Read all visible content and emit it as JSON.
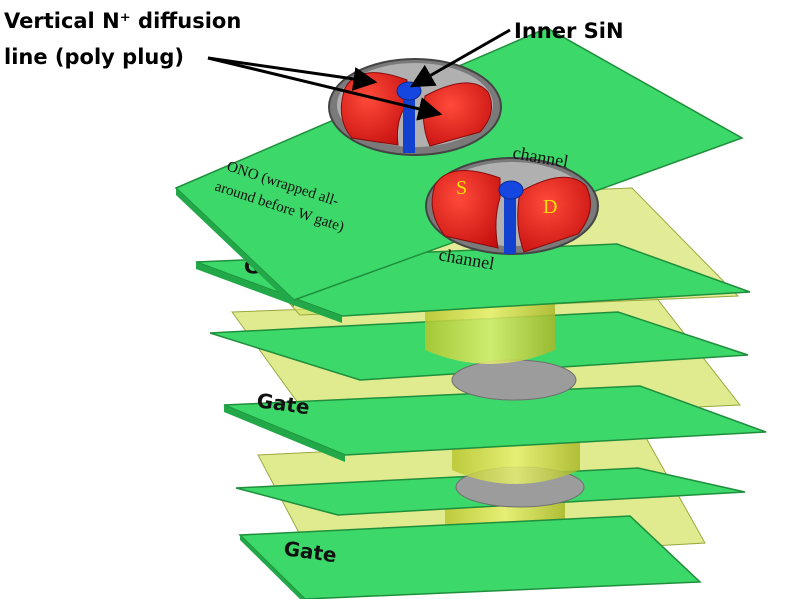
{
  "labels": {
    "vertical_line_1": "Vertical N⁺ diffusion",
    "vertical_line_2": "line (poly plug)",
    "inner_sin": "Inner SiN",
    "channel_top": "channel",
    "channel_bottom": "channel",
    "ono_1": "ONO (wrapped all-",
    "ono_2": "around before W gate)",
    "source": "S",
    "drain": "D",
    "gate_1": "Gate",
    "gate_2": "Gate",
    "gate_3": "Gate"
  },
  "colors": {
    "plate_green": "#3cd86a",
    "plate_edge": "#1f8f3c",
    "dielectric_yellow": "#d8e66a",
    "cylinder_yellow": "#c8d640",
    "via_gray": "#a8a8a8",
    "poly_red": "#e81c1c",
    "sin_blue": "#1240d0",
    "arrow_black": "#000000"
  }
}
